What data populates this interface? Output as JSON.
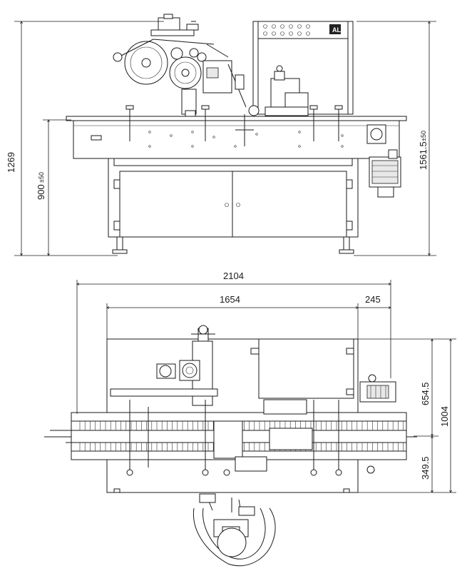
{
  "dimensions": {
    "height_total": "1269",
    "table_height": "900",
    "table_height_tol": "±50",
    "outlet_height": "1561.5",
    "outlet_height_tol": "±50",
    "overall_length": "2104",
    "table_length": "1654",
    "overhang": "245",
    "rear_depth": "654.5",
    "front_depth": "349.5",
    "overall_depth": "1004"
  },
  "panel_logo": "AL"
}
